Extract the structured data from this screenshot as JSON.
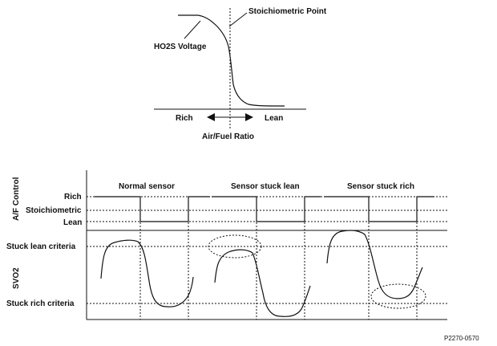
{
  "top_diagram": {
    "stoichiometric_point_label": "Stoichiometric Point",
    "ho2s_voltage_label": "HO2S Voltage",
    "rich_label": "Rich",
    "lean_label": "Lean",
    "axis_label": "Air/Fuel Ratio"
  },
  "bottom_diagram": {
    "af_control_label": "A/F Control",
    "svo2_label": "SVO2",
    "rich_label": "Rich",
    "stoichiometric_label": "Stoichiometric",
    "lean_label": "Lean",
    "stuck_lean_criteria_label": "Stuck lean criteria",
    "stuck_rich_criteria_label": "Stuck rich criteria",
    "panels": [
      {
        "title": "Normal sensor"
      },
      {
        "title": "Sensor stuck lean"
      },
      {
        "title": "Sensor stuck rich"
      }
    ]
  },
  "figure_code": "P2270-0570"
}
